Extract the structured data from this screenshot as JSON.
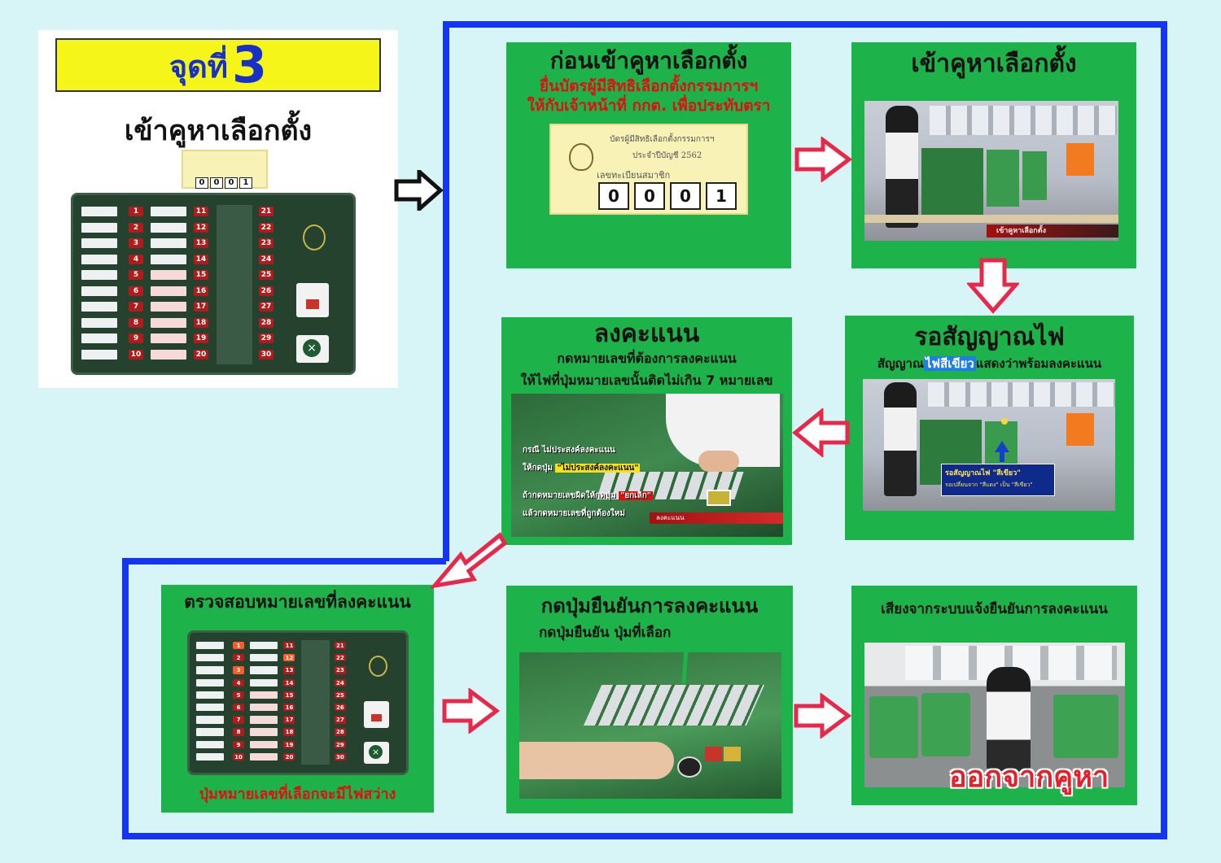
{
  "station": {
    "badge_prefix": "จุดที่",
    "badge_number": "3",
    "title": "เข้าคูหาเลือกตั้ง",
    "card_number": [
      "0",
      "0",
      "0",
      "1"
    ]
  },
  "steps": {
    "s1": {
      "title": "ก่อนเข้าคูหาเลือกตั้ง",
      "line1": "ยื่นบัตรผู้มีสิทธิเลือกตั้งกรรมการฯ",
      "line2": "ให้กับเจ้าหน้าที่ กกต. เพื่อประทับตรา",
      "card_line1": "บัตรผู้มีสิทธิเลือกตั้งกรรมการฯ",
      "card_line2": "ประจำปีบัญชี 2562",
      "card_line3": "เลขทะเบียนสมาชิก",
      "card_number": [
        "0",
        "0",
        "0",
        "1"
      ]
    },
    "s2": {
      "title": "เข้าคูหาเลือกตั้ง",
      "caption": "เข้าคูหาเลือกตั้ง"
    },
    "s3": {
      "title": "รอสัญญาณไฟ",
      "sub_pre": "สัญญาณ",
      "sub_highlight": "ไฟสีเขียว",
      "sub_post": "แสดงว่าพร้อมลงคะแนน",
      "box_line1": "รอสัญญาณไฟ \"สีเขียว\"",
      "box_line2": "รอเปลี่ยนจาก \"สีแดง\" เป็น \"สีเขียว\""
    },
    "s4": {
      "title": "ลงคะแนน",
      "line1": "กดหมายเลขที่ต้องการลงคะแนน",
      "line2": "ให้ไฟที่ปุ่มหมายเลขนั้นติดไม่เกิน 7 หมายเลข",
      "note1": "กรณี ไม่ประสงค์ลงคะแนน",
      "note2_pre": "ให้กดปุ่ม",
      "note2_hl": "\"ไม่ประสงค์ลงคะแนน\"",
      "note3_pre": "ถ้ากดหมายเลขผิดให้กดปุ่ม",
      "note3_hl": "\"ยกเลิก\"",
      "note4": "แล้วกดหมายเลขที่ถูกต้องใหม่",
      "bar_label": "ลงคะแนน"
    },
    "s5": {
      "title": "ตรวจสอบหมายเลขที่ลงคะแนน",
      "note": "ปุ่มหมายเลขที่เลือกจะมีไฟสว่าง"
    },
    "s6": {
      "title": "กดปุ่มยืนยันการลงคะแนน",
      "sub": "กดปุ่มยืนยัน ปุ่มที่เลือก"
    },
    "s7": {
      "title": "เสียงจากระบบแจ้งยืนยันการลงคะแนน",
      "exit": "ออกจากคูหา"
    }
  },
  "colors": {
    "background": "#d7f4f6",
    "panel_green": "#1db24a",
    "frame_blue": "#1436f0",
    "arrow_red": "#e8284a",
    "badge_yellow": "#f5f51a",
    "badge_blue": "#1730c8"
  }
}
